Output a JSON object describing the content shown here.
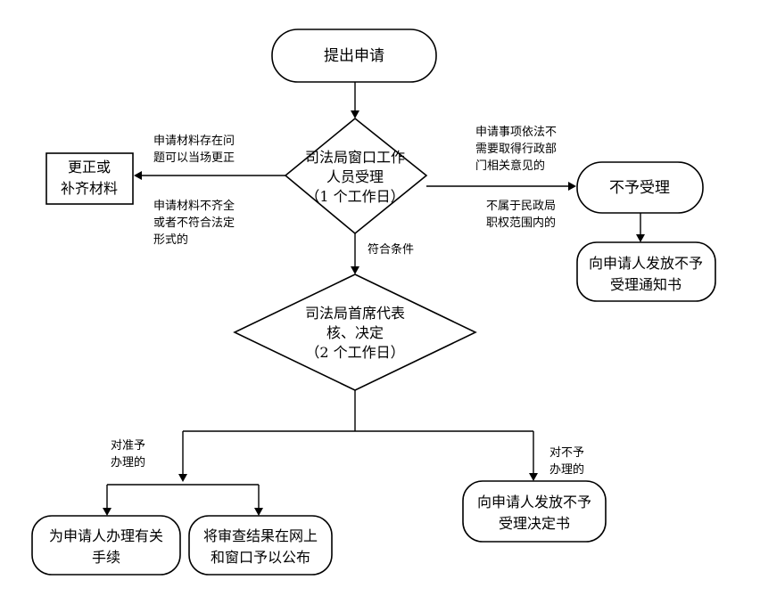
{
  "nodes": {
    "start": "提出申请",
    "window_review": [
      "司法局窗口工作",
      "人员受理",
      "（1 个工作日）"
    ],
    "correct_materials": [
      "更正或",
      "补齐材料"
    ],
    "chief_review": [
      "司法局首席代表",
      "核、决定",
      "（2 个工作日）"
    ],
    "not_accepted": "不予受理",
    "notice_not_accepted": [
      "向申请人发放不予",
      "受理通知书"
    ],
    "handle_procedures": [
      "为申请人办理有关",
      "手续"
    ],
    "publish_results": [
      "将审查结果在网上",
      "和窗口予以公布"
    ],
    "decision_not_granted": [
      "向申请人发放不予",
      "受理决定书"
    ]
  },
  "labels": {
    "fixable_on_spot": [
      "申请材料存在问",
      "题可以当场更正"
    ],
    "incomplete_or_invalid": [
      "申请材料不齐全",
      "或者不符合法定",
      "形式的"
    ],
    "needs_admin_opinion": [
      "申请事项依法不",
      "需要取得行政部",
      "门相关意见的"
    ],
    "outside_scope": [
      "不属于民政局",
      "职权范围内的"
    ],
    "meets_conditions": "符合条件",
    "approved": [
      "对准予",
      "办理的"
    ],
    "not_approved": [
      "对不予",
      "办理的"
    ]
  }
}
